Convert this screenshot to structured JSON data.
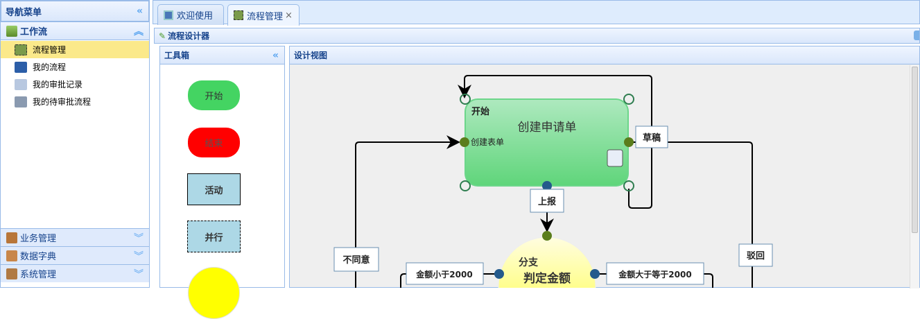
{
  "nav": {
    "title": "导航菜单",
    "section": "工作流",
    "items": [
      {
        "label": "流程管理"
      },
      {
        "label": "我的流程"
      },
      {
        "label": "我的审批记录"
      },
      {
        "label": "我的待审批流程"
      }
    ],
    "groups": [
      {
        "label": "业务管理"
      },
      {
        "label": "数据字典"
      },
      {
        "label": "系统管理"
      }
    ]
  },
  "tabs": [
    {
      "label": "欢迎使用"
    },
    {
      "label": "流程管理",
      "close": "×"
    }
  ],
  "panel": {
    "title": "流程设计器"
  },
  "toolbox": {
    "title": "工具箱",
    "items": [
      {
        "label": "开始"
      },
      {
        "label": "结束"
      },
      {
        "label": "活动"
      },
      {
        "label": "并行"
      }
    ]
  },
  "design": {
    "title": "设计视图",
    "node1": {
      "type": "开始",
      "name": "创建申请单",
      "form": "创建表单"
    },
    "node2": {
      "type": "分支",
      "name": "判定金额"
    },
    "edges": {
      "draft": "草稿",
      "report": "上报",
      "disagree": "不同意",
      "reject": "驳回",
      "less": "金额小于2000",
      "more": "金额大于等于2000"
    }
  }
}
